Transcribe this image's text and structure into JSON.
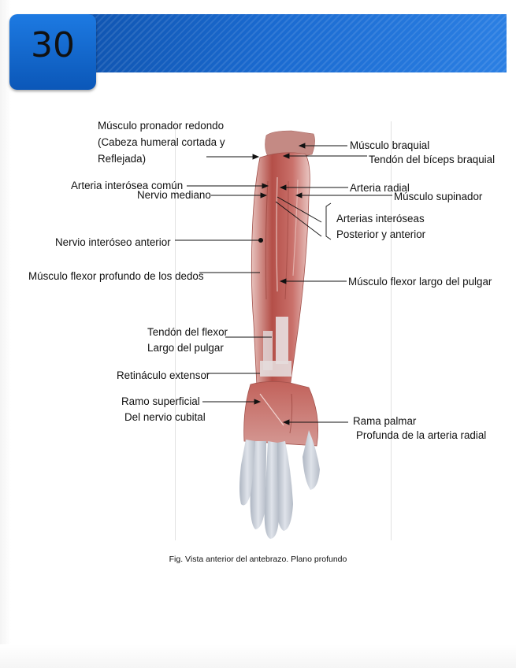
{
  "header": {
    "page_number": "30",
    "band_color": "#1560c2"
  },
  "figure": {
    "caption": "Fig. Vista anterior del antebrazo. Plano profundo",
    "colors": {
      "muscle": "#b5554e",
      "tendon": "#e8dfe0",
      "finger": "#c9cfd8"
    }
  },
  "labels": {
    "pronador_1": "Músculo pronador redondo",
    "pronador_2": "(Cabeza humeral cortada y",
    "pronador_3": "Reflejada)",
    "braquial": "Músculo braquial",
    "biceps": "Tendón del bíceps braquial",
    "interosea_comun": "Arteria interósea común",
    "nervio_mediano": "Nervio mediano",
    "arteria_radial": "Arteria radial",
    "supinador": "Músculo supinador",
    "arterias_interoseas_1": "Arterias interóseas",
    "arterias_interoseas_2": "Posterior y anterior",
    "nervio_interoseo": "Nervio interóseo anterior",
    "flexor_profundo": "Músculo flexor profundo de los dedos",
    "flexor_largo_pulgar": "Músculo flexor largo del pulgar",
    "tendon_flexor_1": "Tendón del flexor",
    "tendon_flexor_2": "Largo del pulgar",
    "retinaculo": "Retináculo extensor",
    "ramo_superficial_1": "Ramo superficial",
    "ramo_superficial_2": "Del nervio cubital",
    "rama_palmar_1": "Rama palmar",
    "rama_palmar_2": "Profunda de la arteria radial"
  }
}
